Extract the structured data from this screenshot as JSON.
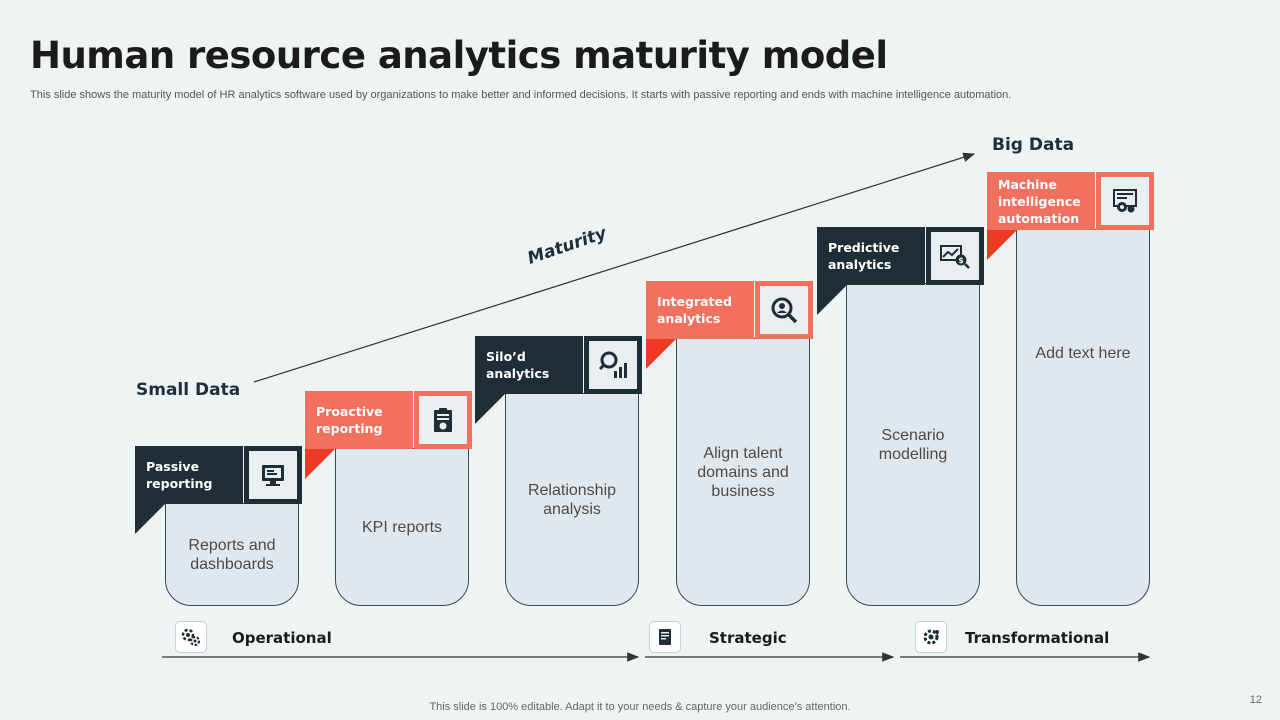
{
  "title": "Human resource analytics maturity model",
  "subtitle": "This slide shows the maturity model of HR analytics software used by organizations to make better and informed decisions. It starts with passive reporting and ends with machine intelligence automation.",
  "axis": {
    "start": "Small Data",
    "end": "Big Data",
    "label": "Maturity"
  },
  "steps": [
    {
      "heading_line1": "Passive",
      "heading_line2": "reporting",
      "heading_line3": "",
      "text": "Reports and dashboards",
      "color": "#1e2d36",
      "icon": "monitor-report-icon"
    },
    {
      "heading_line1": "Proactive",
      "heading_line2": "reporting",
      "heading_line3": "",
      "text": "KPI reports",
      "color": "#f2705e",
      "icon": "clipboard-chart-icon"
    },
    {
      "heading_line1": "Silo’d",
      "heading_line2": "analytics",
      "heading_line3": "",
      "text": "Relationship analysis",
      "color": "#1e2d36",
      "icon": "magnifier-bar-chart-icon"
    },
    {
      "heading_line1": "Integrated",
      "heading_line2": "analytics",
      "heading_line3": "",
      "text": "Align talent domains and business",
      "color": "#f2705e",
      "icon": "magnifier-person-icon"
    },
    {
      "heading_line1": "Predictive",
      "heading_line2": "analytics",
      "heading_line3": "",
      "text": "Scenario modelling",
      "color": "#1e2d36",
      "icon": "chart-dollar-search-icon"
    },
    {
      "heading_line1": "Machine",
      "heading_line2": "intelligence",
      "heading_line3": "automation",
      "text": "Add text here",
      "color": "#f2705e",
      "icon": "screen-gear-icon"
    }
  ],
  "stages": [
    {
      "label": "Operational",
      "icon": "gears-icon"
    },
    {
      "label": "Strategic",
      "icon": "document-icon"
    },
    {
      "label": "Transformational",
      "icon": "gear-cycle-icon"
    }
  ],
  "footer": "This slide is 100% editable. Adapt it to your needs & capture your audience’s attention.",
  "page_number": "12"
}
